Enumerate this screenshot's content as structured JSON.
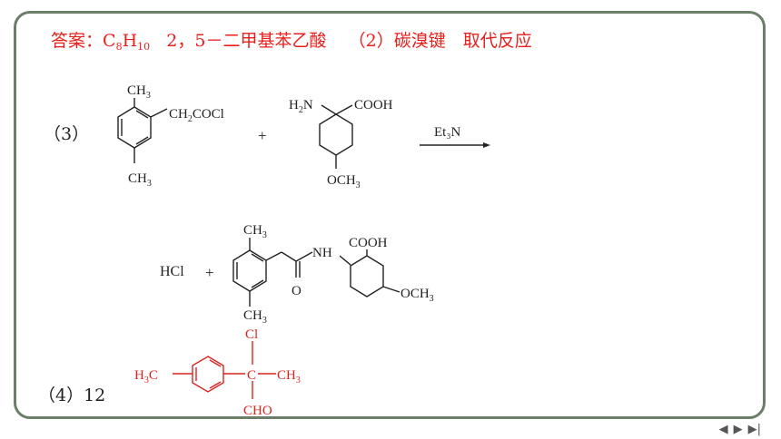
{
  "answer": {
    "prefix": "答案：",
    "formula_c": "C",
    "formula_c_sub": "8",
    "formula_h": "H",
    "formula_h_sub": "10",
    "name": "2，5－二甲基苯乙酸",
    "part2": "（2）碳溴键　取代反应"
  },
  "part3_label": "（3）",
  "part4_label": "（4）12",
  "reaction": {
    "reagent": "Et₃N",
    "plus1": "+",
    "plus2": "+",
    "byproduct": "HCl"
  },
  "colors": {
    "answer": "#e8201c",
    "structure_red": "#d8231f",
    "border": "#6b7f68"
  },
  "nav": {
    "prev": "◀",
    "next": "▶",
    "last": "▶|"
  }
}
